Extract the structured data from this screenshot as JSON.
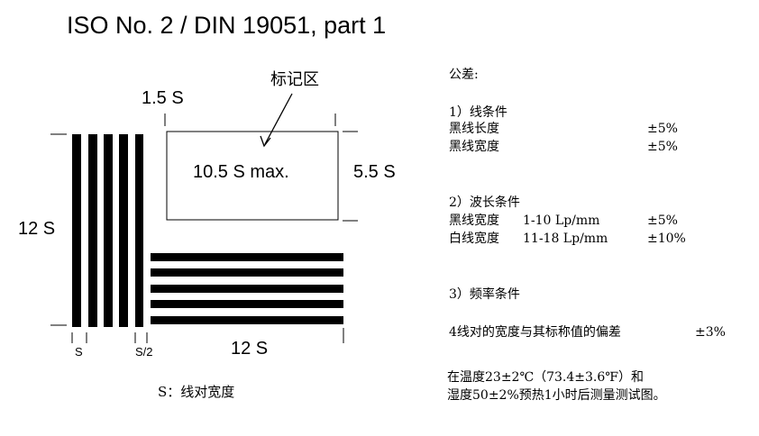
{
  "title": "ISO No. 2  / DIN 19051, part 1",
  "diagram": {
    "marking_label": "标记区",
    "box_label": "10.5 S max.",
    "dim_1_5s": "1.5 S",
    "dim_5_5s": "5.5 S",
    "dim_12s_left": "12 S",
    "dim_12s_bottom": "12 S",
    "dim_s": "S",
    "dim_s2": "S/2",
    "legend": "S：线对宽度"
  },
  "notes": {
    "tolerance_heading": "公差:",
    "section1": {
      "heading": "1）线条件",
      "rows": [
        {
          "label": "黑线长度",
          "value": "±5%"
        },
        {
          "label": "黑线宽度",
          "value": "±5%"
        }
      ]
    },
    "section2": {
      "heading": "2）波长条件",
      "rows": [
        {
          "label": "黑线宽度",
          "range": "1-10 Lp/mm",
          "value": "±5%"
        },
        {
          "label": "白线宽度",
          "range": "11-18 Lp/mm",
          "value": "±10%"
        }
      ]
    },
    "section3": {
      "heading": "3）频率条件",
      "line": "4线对的宽度与其标称值的偏差",
      "value": "±3%"
    },
    "footer_line1": "在温度23±2℃（73.4±3.6℉）和",
    "footer_line2": "湿度50±2%预热1小时后测量测试图。"
  }
}
